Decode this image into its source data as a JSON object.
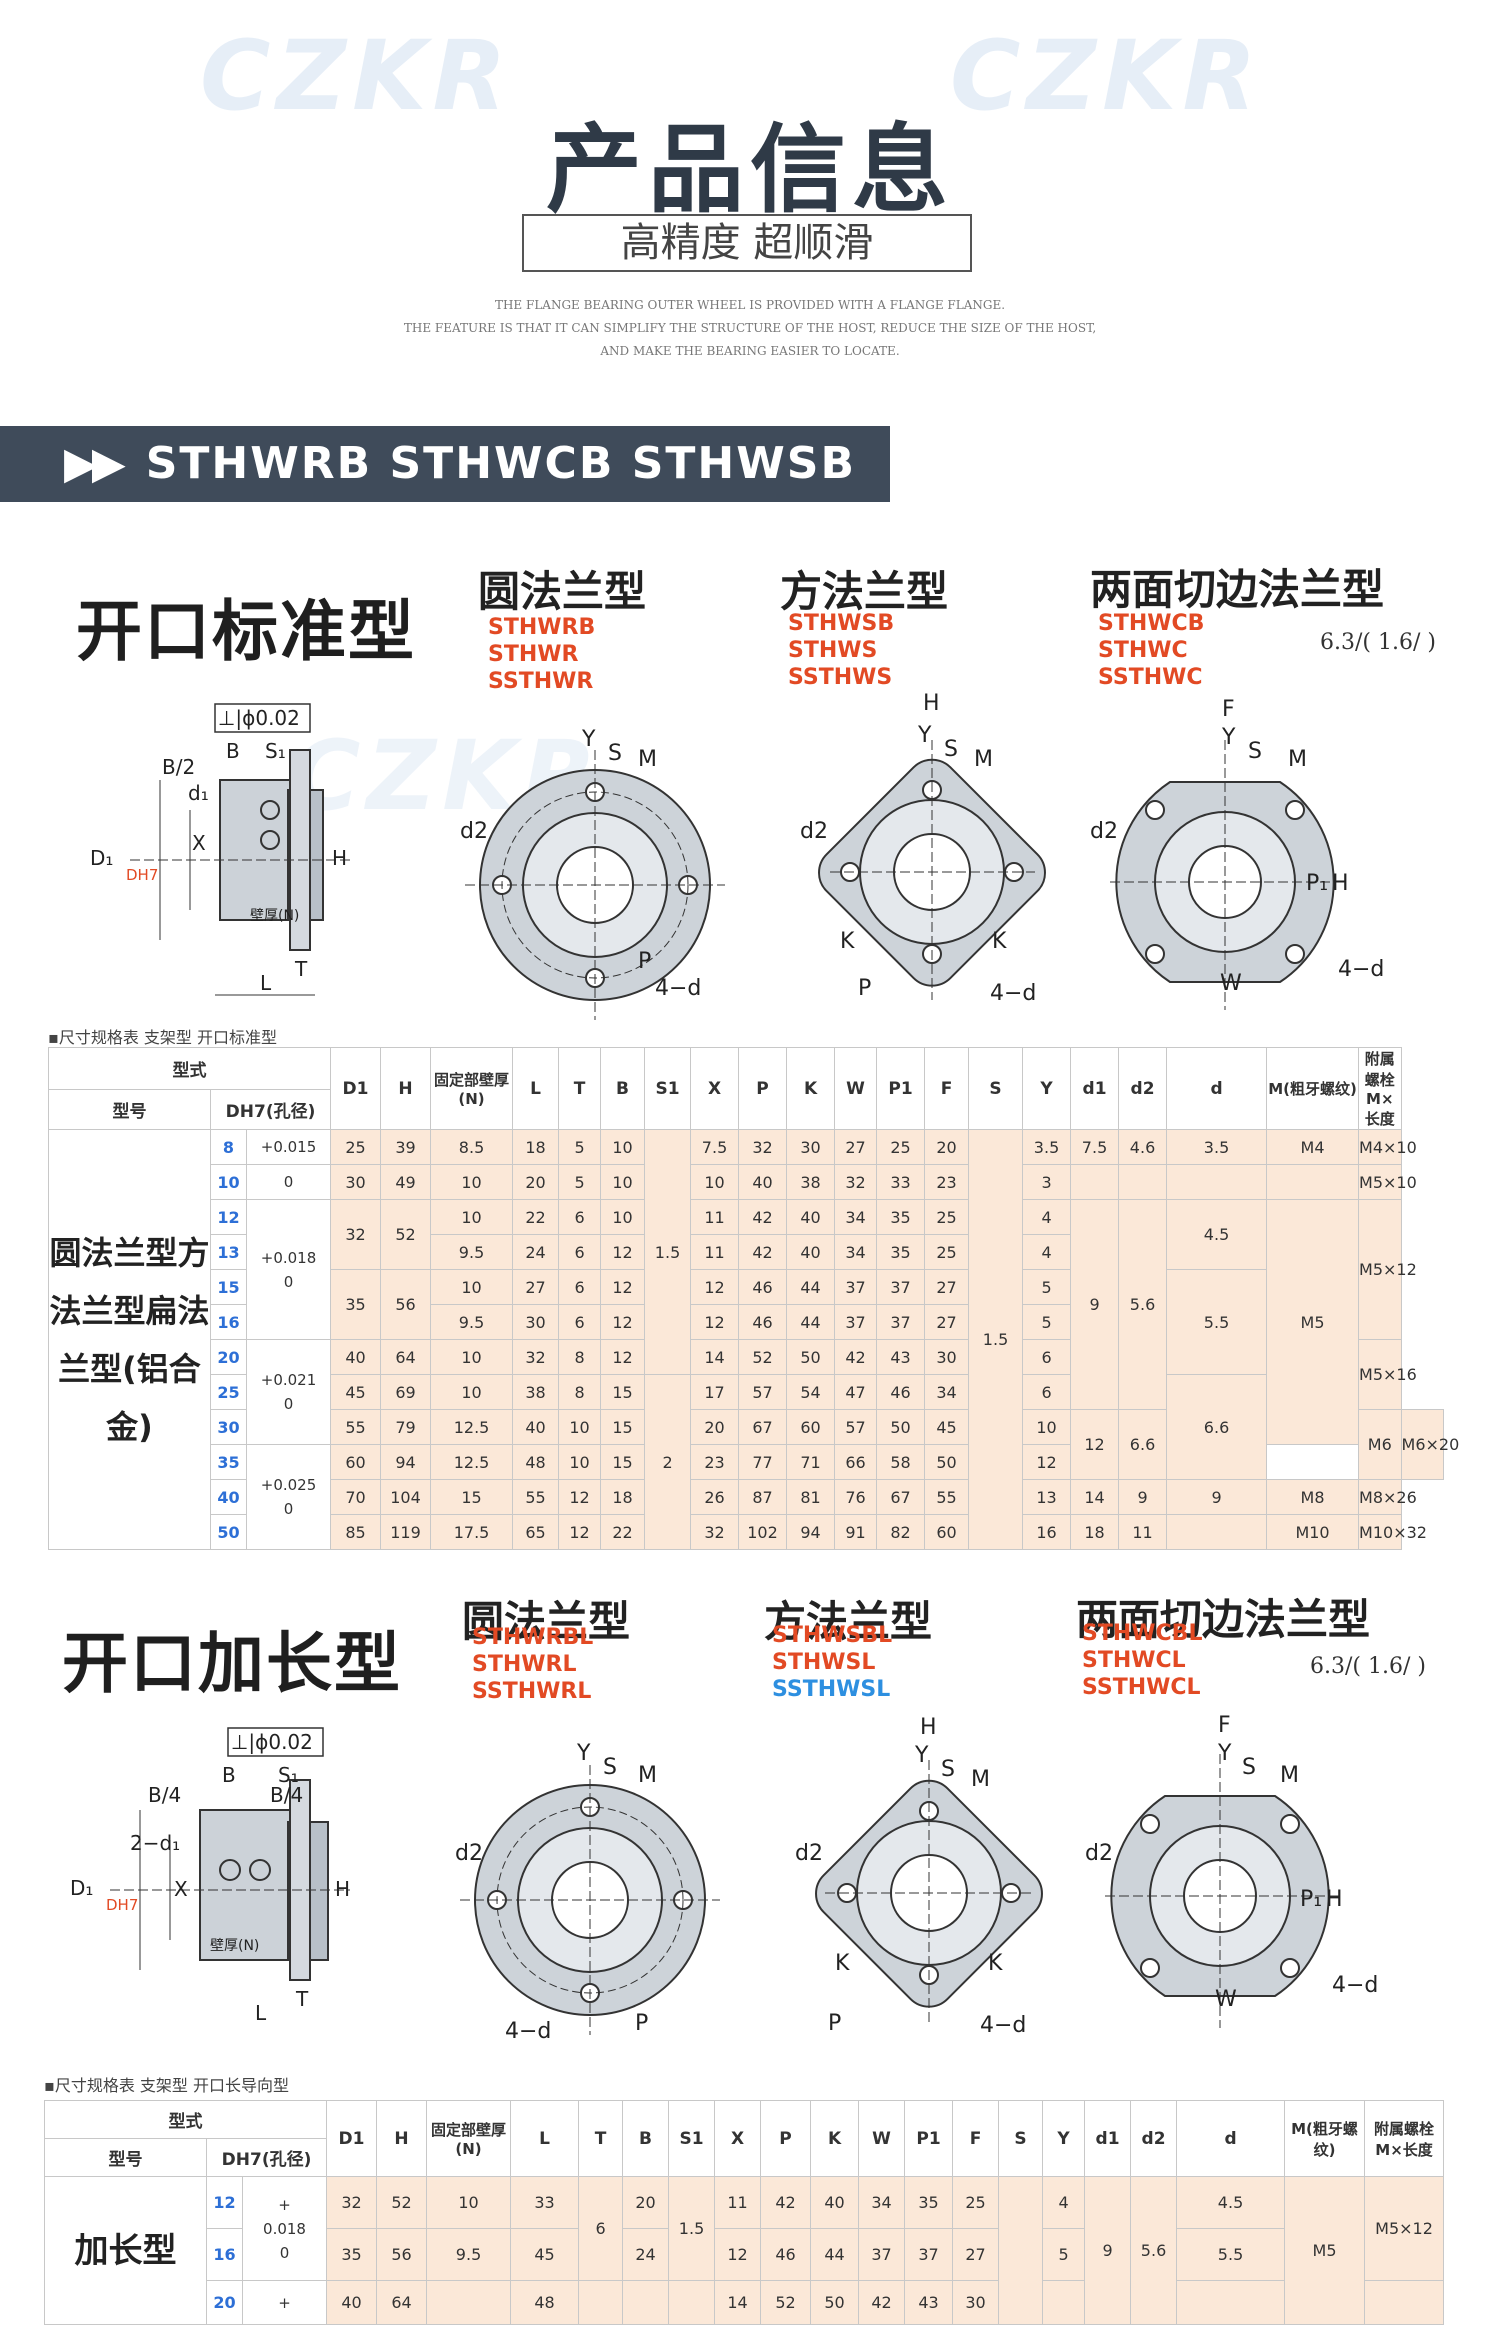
{
  "watermark": "CZKR",
  "header": {
    "title": "产品信息",
    "subtitle": "高精度 超顺滑",
    "english_lines": [
      "THE FLANGE BEARING OUTER WHEEL IS PROVIDED WITH A FLANGE FLANGE.",
      "THE FEATURE IS THAT IT CAN SIMPLIFY THE STRUCTURE OF THE HOST, REDUCE THE SIZE OF THE HOST,",
      "AND MAKE THE BEARING EASIER TO LOCATE."
    ]
  },
  "banner": {
    "arrows": "▶▶",
    "text": "STHWRB STHWCB STHWSB"
  },
  "section1": {
    "title": "开口标准型",
    "round": {
      "title": "圆法兰型",
      "models": [
        "STHWRB",
        "STHWR",
        "SSTHWR"
      ]
    },
    "square": {
      "title": "方法兰型",
      "models": [
        "STHWSB",
        "STHWS",
        "SSTHWS"
      ]
    },
    "cut": {
      "title": "两面切边法兰型",
      "models": [
        "STHWCB",
        "STHWC",
        "SSTHWC"
      ]
    },
    "roughness": "6.3/( 1.6/ )",
    "labels": {
      "perp": "⊥|ϕ0.02",
      "B2": "B/2",
      "B": "B",
      "S1": "S₁",
      "d1": "d₁",
      "D1": "D₁",
      "DH7": "DH7",
      "X": "X",
      "H": "H",
      "T": "T",
      "L": "L",
      "wall": "壁厚(N)",
      "Y": "Y",
      "S": "S",
      "M": "M",
      "d2": "d2",
      "P": "P",
      "fourd": "4−d",
      "K": "K",
      "F": "F",
      "P1": "P₁",
      "W": "W"
    },
    "table_note": "▪尺寸规格表 支架型 开口标准型",
    "table": {
      "header_top": [
        "型式",
        "D1",
        "H",
        "固定部壁厚(N)",
        "L",
        "T",
        "B",
        "S1",
        "X",
        "P",
        "K",
        "W",
        "P1",
        "F",
        "S",
        "Y",
        "d1",
        "d2",
        "d",
        "M(粗牙螺纹)",
        "附属螺栓M×长度"
      ],
      "header_sub": [
        "型号",
        "DH7(孔径)"
      ],
      "row_group_label": "圆法兰型方法兰型扁法兰型(铝合金)",
      "rows": [
        {
          "size": "8",
          "D1": "25",
          "H": "39",
          "N": "8.5",
          "L": "18",
          "T": "5",
          "B": "10",
          "X": "7.5",
          "P": "32",
          "K": "30",
          "W": "27",
          "P1": "25",
          "F": "20",
          "Y": "3.5",
          "d1": "7.5",
          "d2": "4.6",
          "d": "3.5",
          "M": "M4",
          "bolt": "M4×10"
        },
        {
          "size": "10",
          "D1": "30",
          "H": "49",
          "N": "10",
          "L": "20",
          "T": "5",
          "B": "10",
          "X": "10",
          "P": "40",
          "K": "38",
          "W": "32",
          "P1": "33",
          "F": "23",
          "Y": "3",
          "d1": "",
          "d2": "",
          "d": "",
          "M": "",
          "bolt": "M5×10"
        },
        {
          "size": "12",
          "D1": "32",
          "H": "52",
          "N": "10",
          "L": "22",
          "T": "6",
          "B": "10",
          "X": "11",
          "P": "42",
          "K": "40",
          "W": "34",
          "P1": "35",
          "F": "25",
          "Y": "4",
          "d1": "",
          "d2": "",
          "d": "4.5",
          "M": "",
          "bolt": ""
        },
        {
          "size": "13",
          "D1": "",
          "H": "",
          "N": "9.5",
          "L": "24",
          "T": "6",
          "B": "12",
          "X": "11",
          "P": "42",
          "K": "40",
          "W": "34",
          "P1": "35",
          "F": "25",
          "Y": "4",
          "d1": "",
          "d2": "",
          "d": "",
          "M": "",
          "bolt": ""
        },
        {
          "size": "15",
          "D1": "35",
          "H": "56",
          "N": "10",
          "L": "27",
          "T": "6",
          "B": "12",
          "X": "12",
          "P": "46",
          "K": "44",
          "W": "37",
          "P1": "37",
          "F": "27",
          "Y": "5",
          "d1": "9",
          "d2": "5.6",
          "d": "5.5",
          "M": "M5",
          "bolt": "M5×12"
        },
        {
          "size": "16",
          "D1": "",
          "H": "",
          "N": "9.5",
          "L": "30",
          "T": "6",
          "B": "12",
          "X": "12",
          "P": "46",
          "K": "44",
          "W": "37",
          "P1": "37",
          "F": "27",
          "Y": "5",
          "d1": "",
          "d2": "",
          "d": "",
          "M": "",
          "bolt": ""
        },
        {
          "size": "20",
          "D1": "40",
          "H": "64",
          "N": "10",
          "L": "32",
          "T": "8",
          "B": "12",
          "X": "14",
          "P": "52",
          "K": "50",
          "W": "42",
          "P1": "43",
          "F": "30",
          "Y": "6",
          "d1": "",
          "d2": "",
          "d": "",
          "M": "",
          "bolt": "M5×16"
        },
        {
          "size": "25",
          "D1": "45",
          "H": "69",
          "N": "10",
          "L": "38",
          "T": "8",
          "B": "15",
          "X": "17",
          "P": "57",
          "K": "54",
          "W": "47",
          "P1": "46",
          "F": "34",
          "Y": "6",
          "d1": "",
          "d2": "",
          "d": "6.6",
          "M": "",
          "bolt": ""
        },
        {
          "size": "30",
          "D1": "55",
          "H": "79",
          "N": "12.5",
          "L": "40",
          "T": "10",
          "B": "15",
          "X": "20",
          "P": "67",
          "K": "60",
          "W": "57",
          "P1": "50",
          "F": "45",
          "Y": "10",
          "d1": "12",
          "d2": "6.6",
          "d": "",
          "M": "M6",
          "bolt": "M6×20"
        },
        {
          "size": "35",
          "D1": "60",
          "H": "94",
          "N": "12.5",
          "L": "48",
          "T": "10",
          "B": "15",
          "X": "23",
          "P": "77",
          "K": "71",
          "W": "66",
          "P1": "58",
          "F": "50",
          "Y": "12",
          "d1": "",
          "d2": "",
          "d": "",
          "M": "",
          "bolt": ""
        },
        {
          "size": "40",
          "D1": "70",
          "H": "104",
          "N": "15",
          "L": "55",
          "T": "12",
          "B": "18",
          "X": "26",
          "P": "87",
          "K": "81",
          "W": "76",
          "P1": "67",
          "F": "55",
          "Y": "13",
          "d1": "14",
          "d2": "9",
          "d": "9",
          "M": "M8",
          "bolt": "M8×26"
        },
        {
          "size": "50",
          "D1": "85",
          "H": "119",
          "N": "17.5",
          "L": "65",
          "T": "12",
          "B": "22",
          "X": "32",
          "P": "102",
          "K": "94",
          "W": "91",
          "P1": "82",
          "F": "60",
          "Y": "16",
          "d1": "18",
          "d2": "11",
          "d": "",
          "M": "M10",
          "bolt": "M10×32"
        }
      ],
      "tolerances": [
        {
          "plus": "+0.015",
          "zero": "0"
        },
        {
          "plus": "+0.018",
          "zero": "0"
        },
        {
          "plus": "+0.021",
          "zero": "0"
        },
        {
          "plus": "+0.025",
          "zero": "0"
        }
      ],
      "S1_values": [
        "1.5",
        "2"
      ],
      "S_value": "1.5"
    }
  },
  "section2": {
    "title": "开口加长型",
    "round": {
      "title": "圆法兰型",
      "models": [
        "STHWRBL",
        "STHWRL",
        "SSTHWRL"
      ]
    },
    "square": {
      "title": "方法兰型",
      "models": [
        "STHWSBL",
        "STHWSL",
        "SSTHWSL"
      ]
    },
    "cut": {
      "title": "两面切边法兰型",
      "models": [
        "STHWCBL",
        "STHWCL",
        "SSTHWCL"
      ]
    },
    "roughness": "6.3/( 1.6/ )",
    "labels": {
      "perp": "⊥|ϕ0.02",
      "B4a": "B/4",
      "B4b": "B/4",
      "B": "B",
      "S1": "S₁",
      "twod1": "2−d₁",
      "D1": "D₁",
      "DH7": "DH7",
      "X": "X",
      "H": "H",
      "T": "T",
      "L": "L",
      "wall": "壁厚(N)",
      "Y": "Y",
      "S": "S",
      "M": "M",
      "d2": "d2",
      "P": "P",
      "fourd": "4−d",
      "K": "K",
      "F": "F",
      "P1": "P₁",
      "W": "W"
    },
    "table_note": "▪尺寸规格表 支架型 开口长导向型",
    "table": {
      "header_top": [
        "型式",
        "D1",
        "H",
        "固定部壁厚(N)",
        "L",
        "T",
        "B",
        "S1",
        "X",
        "P",
        "K",
        "W",
        "P1",
        "F",
        "S",
        "Y",
        "d1",
        "d2",
        "d",
        "M(粗牙螺纹)",
        "附属螺栓M×长度"
      ],
      "header_sub": [
        "型号",
        "DH7(孔径)"
      ],
      "row_group_label": "加长型",
      "rows": [
        {
          "size": "12",
          "D1": "32",
          "H": "52",
          "N": "10",
          "L": "33",
          "B": "20",
          "X": "11",
          "P": "42",
          "K": "40",
          "W": "34",
          "P1": "35",
          "F": "25",
          "Y": "4",
          "d": "4.5"
        },
        {
          "size": "16",
          "D1": "35",
          "H": "56",
          "N": "9.5",
          "L": "45",
          "B": "24",
          "X": "12",
          "P": "46",
          "K": "44",
          "W": "37",
          "P1": "37",
          "F": "27",
          "Y": "5",
          "d": "5.5"
        },
        {
          "size": "20",
          "D1": "40",
          "H": "64",
          "N": "",
          "L": "48",
          "B": "",
          "X": "14",
          "P": "52",
          "K": "50",
          "W": "42",
          "P1": "43",
          "F": "30",
          "Y": "",
          "d": ""
        }
      ],
      "T_value": "6",
      "S1_value": "1.5",
      "d1_value": "9",
      "d2_value": "5.6",
      "M_value": "M5",
      "bolt_value": "M5×12",
      "tol1": {
        "plus": "+",
        "num": "0.018",
        "zero": "0"
      },
      "tol2": {
        "plus": "+"
      }
    }
  }
}
